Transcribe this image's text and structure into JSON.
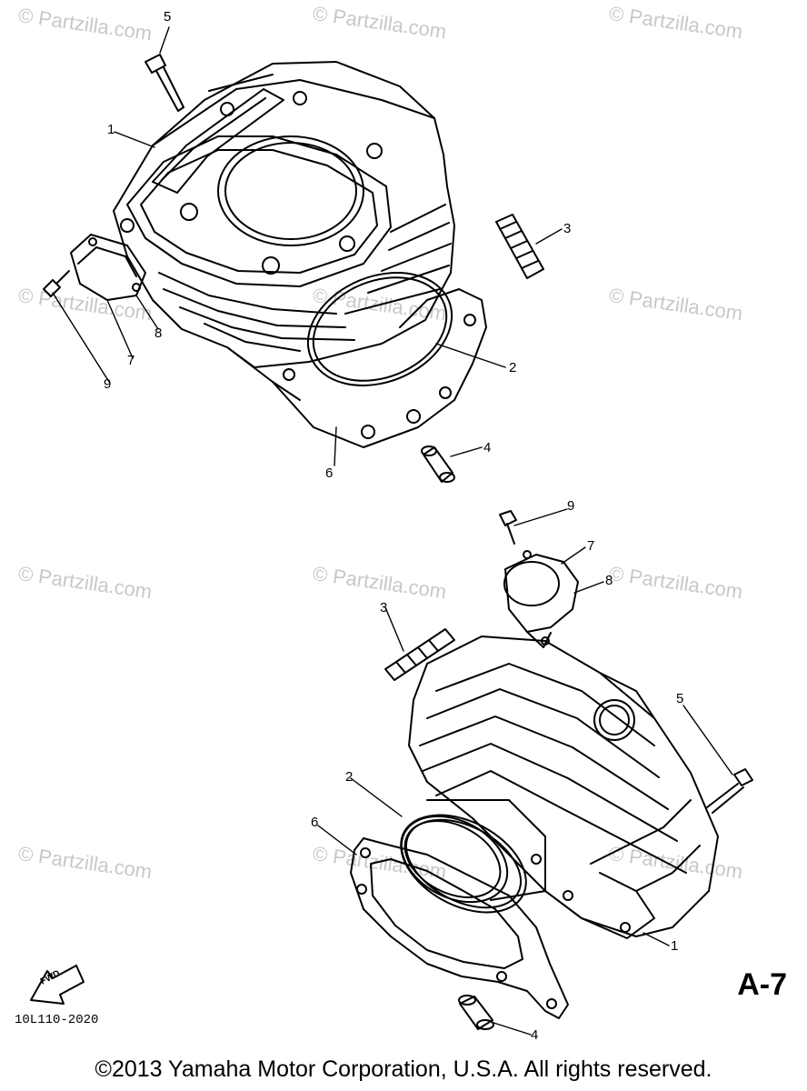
{
  "watermark_text": "© Partzilla.com",
  "top_view": {
    "callouts": [
      "5",
      "1",
      "3",
      "2",
      "4",
      "6",
      "8",
      "7",
      "9"
    ]
  },
  "bottom_view": {
    "callouts": [
      "9",
      "7",
      "8",
      "3",
      "5",
      "2",
      "6",
      "1",
      "4"
    ]
  },
  "fwd_label": "FWD",
  "figure_id": "A-7",
  "part_code": "10L110-2020",
  "copyright": "©2013 Yamaha Motor Corporation, U.S.A. All rights reserved."
}
